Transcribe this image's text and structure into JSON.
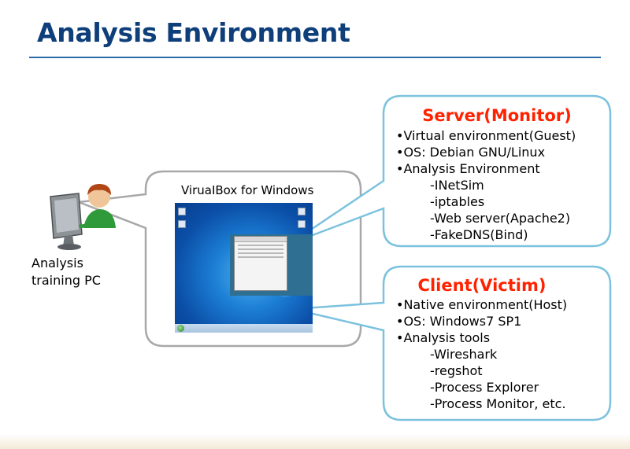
{
  "title": "Analysis Environment",
  "pc": {
    "label_line1": "Analysis",
    "label_line2": "training PC"
  },
  "virtualbox": {
    "label": "ViruaIBox for Windows"
  },
  "server": {
    "heading": "Server(Monitor)",
    "items": [
      "•Virtual environment(Guest)",
      "•OS: Debian GNU/Linux",
      "•Analysis Environment",
      "-INetSim",
      "-iptables",
      "-Web server(Apache2)",
      "-FakeDNS(Bind)"
    ]
  },
  "client": {
    "heading": "Client(Victim)",
    "items": [
      "•Native environment(Host)",
      "•OS: Windows7 SP1",
      "•Analysis tools",
      "-Wireshark",
      "-regshot",
      "-Process Explorer",
      "-Process Monitor, etc."
    ]
  },
  "colors": {
    "title": "#0e3f7a",
    "title_rule": "#2b6aa8",
    "callout_border": "#7cc2de",
    "callout_heading": "#ff2200",
    "virtualbox_border": "#a8a8a8"
  }
}
